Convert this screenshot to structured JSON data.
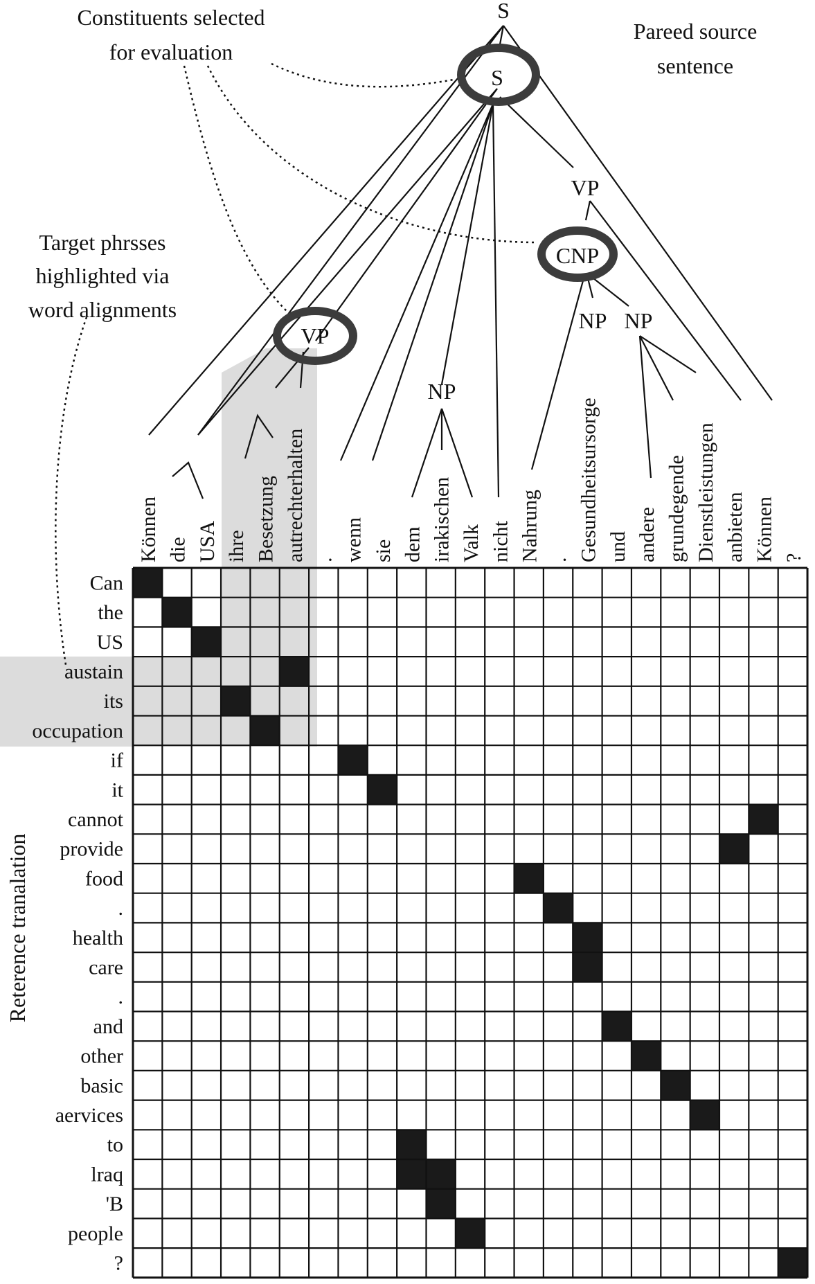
{
  "annotations": {
    "constituents_line1": "Constituents selected",
    "constituents_line2": "for evaluation",
    "source_line1": "Pareed source",
    "source_line2": "sentence",
    "target_line1": "Target phrsses",
    "target_line2": "highlighted via",
    "target_line3": "word alignments",
    "reference_label": "Reterence tranalation"
  },
  "tree_labels": {
    "root": "S",
    "s_child": "S",
    "vp_top": "VP",
    "cnp": "CNP",
    "np_left": "NP",
    "np_right": "NP",
    "vp_left": "VP",
    "np_mid": "NP"
  },
  "source_words": [
    "Können",
    "die",
    "USA",
    "ihre",
    "Besetzung",
    "autrechterhalten",
    ".",
    "wenn",
    "sie",
    "dem",
    "irakischen",
    "Valk",
    "nicht",
    "Nahrung",
    ".",
    "Gesundheitsursorge",
    "und",
    "andere",
    "grundegende",
    "Dienstleistungen",
    "anbieten",
    "Können",
    "?"
  ],
  "target_words": [
    "Can",
    "the",
    "US",
    "austain",
    "its",
    "occupation",
    "if",
    "it",
    "cannot",
    "provide",
    "food",
    ".",
    "health",
    "care",
    ".",
    "and",
    "other",
    "basic",
    "aervices",
    "to",
    "lraq",
    "'B",
    "people",
    "?"
  ],
  "alignments": [
    [
      0,
      0
    ],
    [
      1,
      1
    ],
    [
      2,
      2
    ],
    [
      3,
      5
    ],
    [
      4,
      3
    ],
    [
      5,
      4
    ],
    [
      6,
      7
    ],
    [
      7,
      8
    ],
    [
      8,
      21
    ],
    [
      9,
      20
    ],
    [
      10,
      13
    ],
    [
      11,
      14
    ],
    [
      12,
      15
    ],
    [
      13,
      15
    ],
    [
      15,
      16
    ],
    [
      16,
      17
    ],
    [
      17,
      18
    ],
    [
      18,
      19
    ],
    [
      19,
      9
    ],
    [
      20,
      9
    ],
    [
      20,
      10
    ],
    [
      21,
      10
    ],
    [
      22,
      11
    ],
    [
      23,
      22
    ]
  ],
  "highlight": {
    "source_columns": [
      3,
      4,
      5
    ],
    "target_rows": [
      3,
      4,
      5
    ]
  },
  "colors": {
    "alignment_cell": "#1a1a1a",
    "highlight": "#dcdcdc",
    "lines": "#111111",
    "circles": "#3c3c3c"
  }
}
